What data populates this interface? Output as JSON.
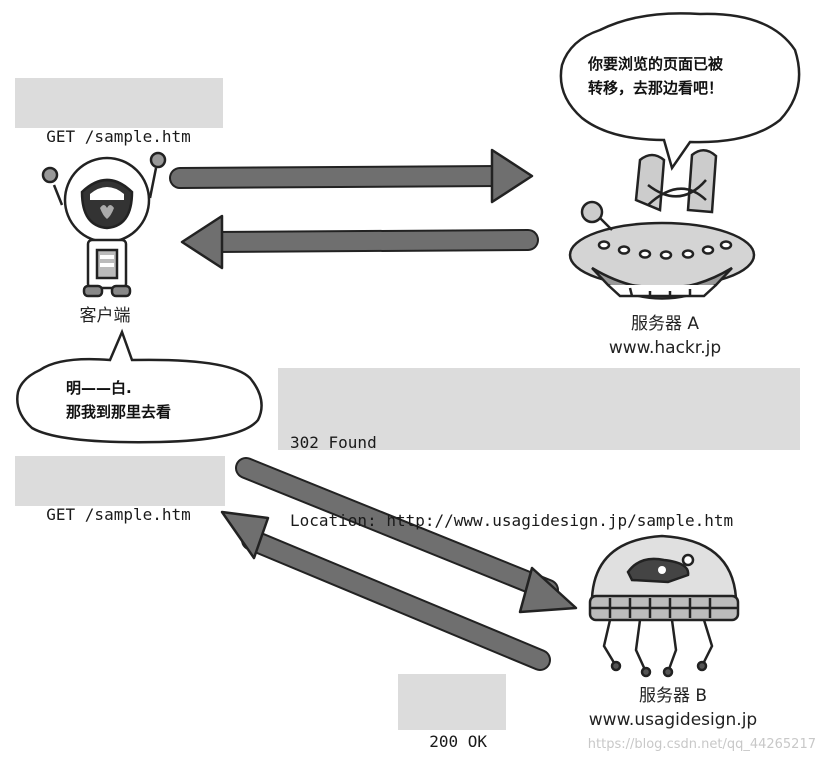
{
  "requests": {
    "get1": "GET /sample.htm",
    "redirect_line1": "302 Found",
    "redirect_line2": "Location: http://www.usagidesign.jp/sample.htm",
    "get2": "GET /sample.htm",
    "ok": "200 OK"
  },
  "nodes": {
    "client": "客户端",
    "server_a_name": "服务器 A",
    "server_a_host": "www.hackr.jp",
    "server_b_name": "服务器 B",
    "server_b_host": "www.usagidesign.jp"
  },
  "bubbles": {
    "server_a_line1": "你要浏览的页面已被",
    "server_a_line2": "转移，去那边看吧！",
    "client_line1": "明——白.",
    "client_line2": "那我到那里去看"
  },
  "watermark": "https://blog.csdn.net/qq_44265217",
  "colors": {
    "arrow": "#6f6f6f",
    "code_bg": "#dcdcdc"
  }
}
